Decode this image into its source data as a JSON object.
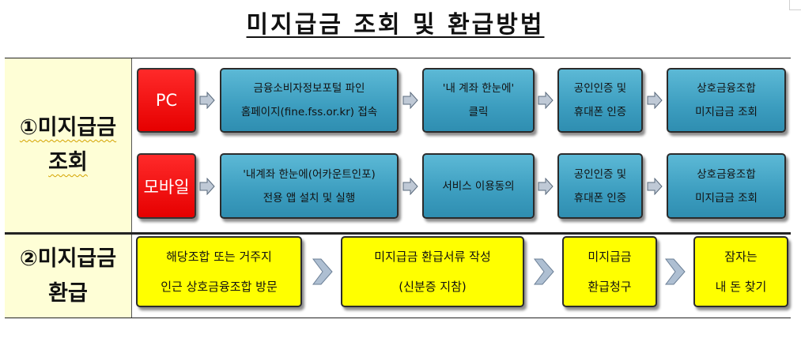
{
  "title": "미지급금 조회 및 환급방법",
  "sections": {
    "inquiry": {
      "label_line1": "①미지급금",
      "label_line2": "조회",
      "pc": {
        "device": "PC",
        "step1": [
          "금융소비자정보포털 파인",
          "홈페이지(fine.fss.or.kr) 접속"
        ],
        "step2": [
          "'내 계좌 한눈에'",
          "클릭"
        ],
        "step3": [
          "공인인증 및",
          "휴대폰 인증"
        ],
        "step4": [
          "상호금융조합",
          "미지급금 조회"
        ]
      },
      "mobile": {
        "device": "모바일",
        "step1": [
          "'내계좌 한눈에(어카운트인포)",
          "전용 앱 설치 및 실행"
        ],
        "step2": [
          "서비스 이용동의"
        ],
        "step3": [
          "공인인증 및",
          "휴대폰 인증"
        ],
        "step4": [
          "상호금융조합",
          "미지급금 조회"
        ]
      }
    },
    "refund": {
      "label_line1": "②미지급금",
      "label_line2": "환급",
      "step1": [
        "해당조합 또는 거주지",
        "인근 상호금융조합 방문"
      ],
      "step2": [
        "미지급금 환급서류 작성",
        "(신분증 지참)"
      ],
      "step3": [
        "미지급금",
        "환급청구"
      ],
      "step4": [
        "잠자는",
        "내 돈 찾기"
      ]
    }
  },
  "colors": {
    "device_box": "#ff0000",
    "step_box": "#3fa4c6",
    "refund_box": "#ffff00",
    "label_bg": "#fefed6"
  }
}
